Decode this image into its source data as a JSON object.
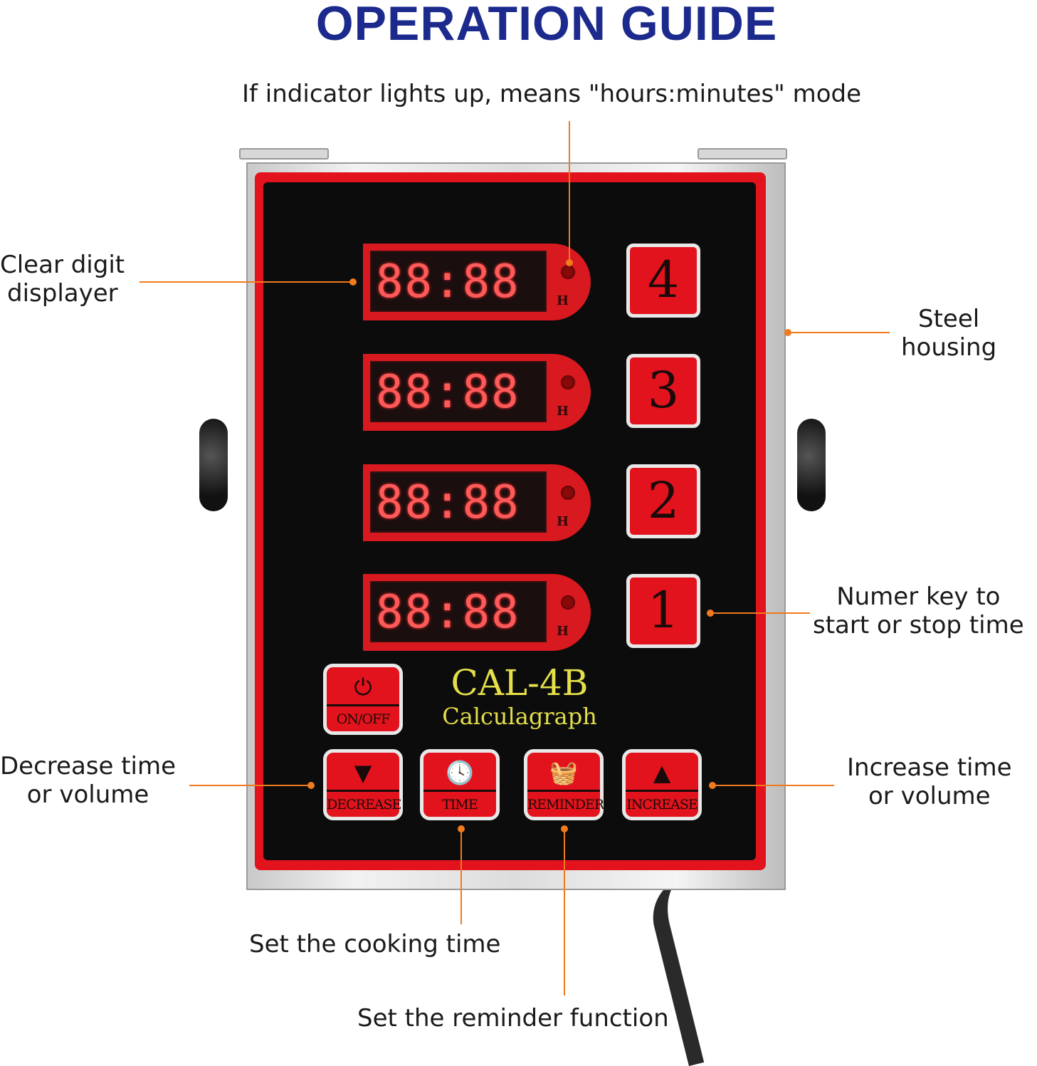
{
  "title": "OPERATION GUIDE",
  "callouts": {
    "indicator": "If indicator lights up, means \"hours:minutes\" mode",
    "clear_digit_1": "Clear digit",
    "clear_digit_2": "displayer",
    "steel_1": "Steel",
    "steel_2": "housing",
    "numer_1": "Numer key to",
    "numer_2": "start or stop time",
    "decrease_1": "Decrease time",
    "decrease_2": "or volume",
    "increase_1": "Increase time",
    "increase_2": "or volume",
    "cooking": "Set the cooking time",
    "reminder": "Set the reminder function"
  },
  "device": {
    "displays": [
      "88:88",
      "88:88",
      "88:88",
      "88:88"
    ],
    "hour_indicator": "H",
    "number_keys": [
      "4",
      "3",
      "2",
      "1"
    ],
    "model": "CAL-4B",
    "subtitle": "Calculagraph",
    "power_symbol": "⏻",
    "power_label": "ON/OFF",
    "decrease_symbol": "▼",
    "decrease_label": "DECREASE",
    "time_symbol": "🕓",
    "time_label": "TIME",
    "reminder_symbol": "🧺",
    "reminder_label": "REMINDER",
    "increase_symbol": "▲",
    "increase_label": "INCREASE"
  },
  "colors": {
    "title": "#1b2a8c",
    "callout_line": "#f07a1e",
    "panel_red": "#e2131c",
    "panel_black": "#0c0c0c",
    "model_text": "#e4df4a"
  }
}
